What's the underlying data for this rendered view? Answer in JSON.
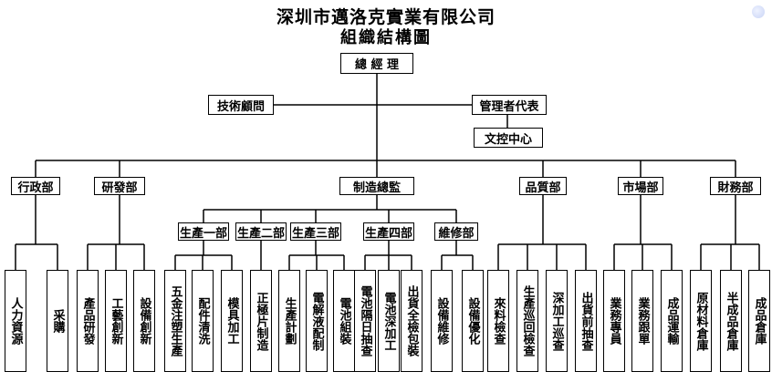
{
  "title": "深圳市邁洛克實業有限公司",
  "subtitle": "組織結構圖",
  "gm": "總 經 理",
  "advisor": "技術顧問",
  "mgmt_rep": "管理者代表",
  "doc_center": "文控中心",
  "departments": [
    "行政部",
    "研發部",
    "制造總監",
    "品質部",
    "市場部",
    "財務部"
  ],
  "production": [
    "生產一部",
    "生產二部",
    "生產三部",
    "生產四部",
    "維修部"
  ],
  "leaves": [
    "人力資源",
    "采購",
    "產品研發",
    "工藝創新",
    "設備創新",
    "五金注塑生產",
    "配件清洗",
    "模具加工",
    "正極片制造",
    "生產計劃",
    "電解液配制",
    "電池組裝",
    "電池隔日抽查",
    "電池深加工",
    "出貨全檢包裝",
    "設備維修",
    "設備優化",
    "來料檢查",
    "生產巡回檢查",
    "深加工巡查",
    "出貨前抽查",
    "業務專員",
    "業務跟單",
    "成品運輸",
    "原材料倉庫",
    "半成品倉庫",
    "成品倉庫"
  ]
}
